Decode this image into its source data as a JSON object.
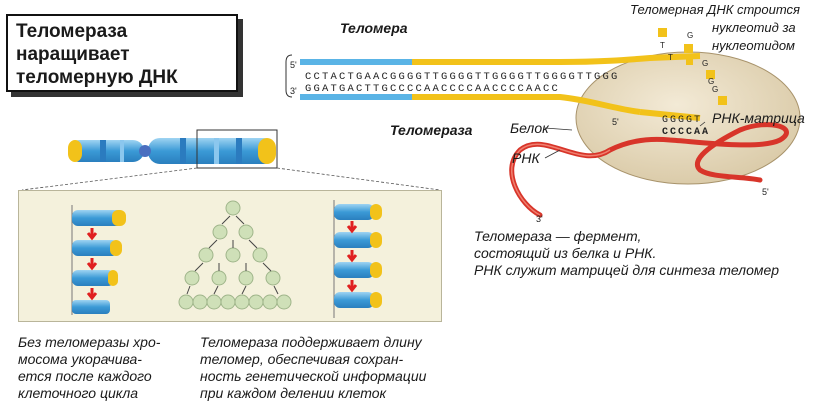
{
  "title": {
    "line1": "Теломераза",
    "line2": "наращивает",
    "line3": "теломерную ДНК"
  },
  "labels": {
    "telomere": "Теломера",
    "telomerase": "Теломераза",
    "protein": "Белок",
    "rna": "РНК",
    "rna_template": "РНК-матрица",
    "dna_note_1": "Теломерная ДНК строится",
    "dna_note_2": "нуклеотид за",
    "dna_note_3": "нуклеотидом",
    "end_5_top": "5'",
    "end_3_bottom": "3'",
    "end_5_rna": "5'",
    "end_3_rna": "3'",
    "end_5_right": "5'"
  },
  "dna": {
    "top_strand": "CCTACTGAACGGGGTTGGGGTTGGGGTTGGGGTTGGG",
    "bottom_strand": "GGATGACTTGCCCCAACCCCAACCCCAACC",
    "template": "CCCCAA",
    "extension": "GGGGT",
    "free_nucleotides": [
      "T",
      "G",
      "G",
      "G",
      "T",
      "G"
    ]
  },
  "captions": {
    "enzyme_1": "Теломераза — фермент,",
    "enzyme_2": "состоящий из белка и РНК.",
    "enzyme_3": "РНК служит матрицей для синтеза теломер",
    "left_1": "Без теломеразы хро-",
    "left_2": "мосома укорачива-",
    "left_3": "ется после каждого",
    "left_4": "клеточного цикла",
    "mid_1": "Теломераза поддерживает длину",
    "mid_2": "теломер, обеспечивая сохран-",
    "mid_3": "ность генетической информации",
    "mid_4": "при каждом делении клеток"
  },
  "colors": {
    "chromosome_blue": "#4aa8e0",
    "telomere_yellow": "#f2c21a",
    "enzyme_body": "#e8dcc0",
    "rna_red": "#d8352a",
    "arrow_red": "#e02020",
    "cell_green": "#cfe0b8",
    "panel_bg": "#f4f1dc"
  }
}
